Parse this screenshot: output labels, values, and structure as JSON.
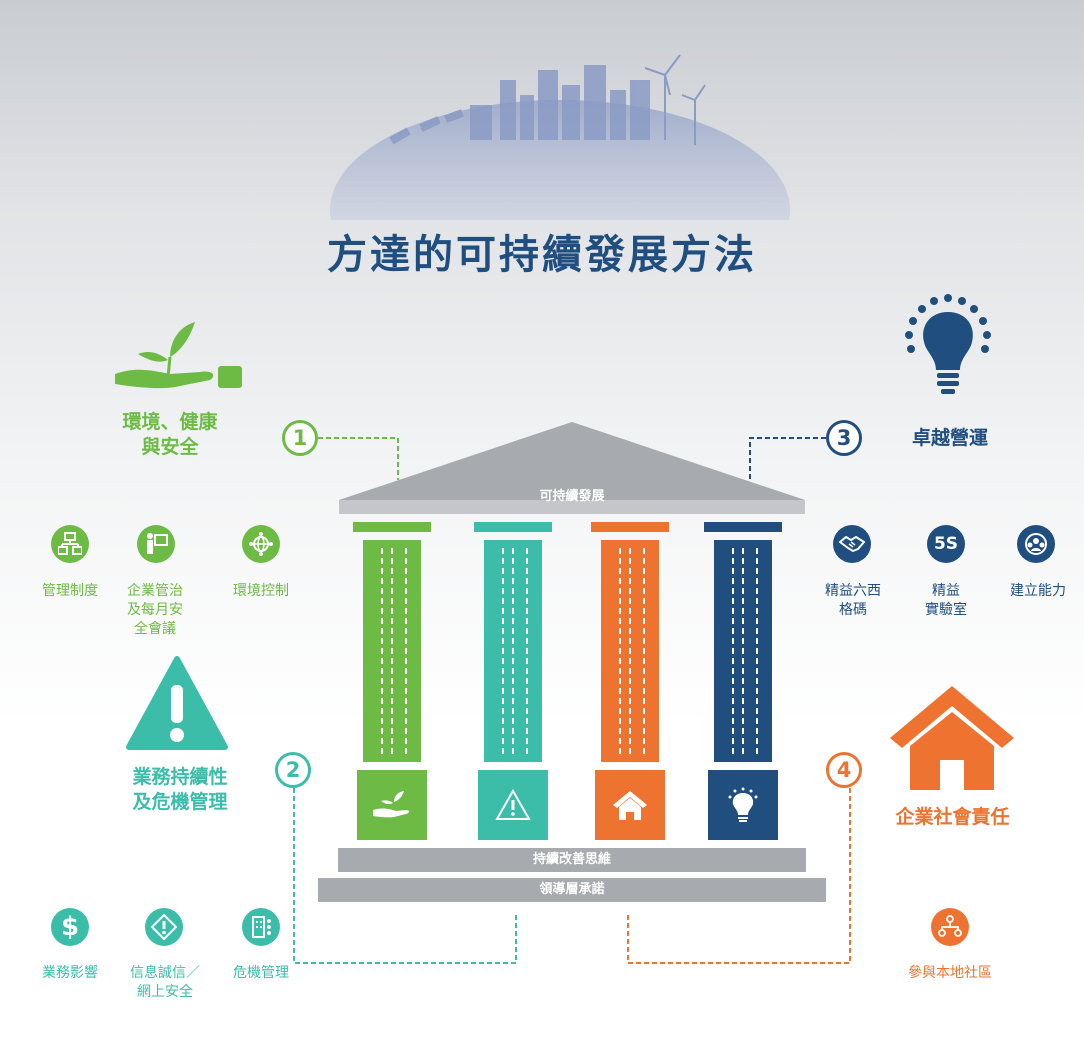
{
  "title": "方達的可持續發展方法",
  "roof_label": "可持續發展",
  "base_bar_1": "持續改善思維",
  "base_bar_2": "領導層承諾",
  "colors": {
    "green": "#6dbb45",
    "teal": "#3cbdaa",
    "orange": "#ee7330",
    "navy": "#1f4e7f",
    "gray": "#a7aaae"
  },
  "pillars": [
    {
      "num": "1",
      "heading": "環境、健康\n與安全",
      "color": "#6dbb45",
      "icon": "hand-plant-icon",
      "items": [
        {
          "label": "管理制度",
          "icon": "org-chart-icon"
        },
        {
          "label": "企業管治\n及每月安\n全會議",
          "icon": "presenter-icon"
        },
        {
          "label": "環境控制",
          "icon": "globe-network-icon"
        }
      ]
    },
    {
      "num": "2",
      "heading": "業務持續性\n及危機管理",
      "color": "#3cbdaa",
      "icon": "warning-icon",
      "items": [
        {
          "label": "業務影響",
          "icon": "dollar-icon"
        },
        {
          "label": "信息誠信／\n網上安全",
          "icon": "diamond-alert-icon"
        },
        {
          "label": "危機管理",
          "icon": "building-network-icon"
        }
      ]
    },
    {
      "num": "3",
      "heading": "卓越營運",
      "color": "#1f4e7f",
      "icon": "lightbulb-icon",
      "items": [
        {
          "label": "精益六西\n格碼",
          "icon": "handshake-icon"
        },
        {
          "label": "精益\n實驗室",
          "icon": "5s-icon",
          "text": "5S"
        },
        {
          "label": "建立能力",
          "icon": "team-icon"
        }
      ]
    },
    {
      "num": "4",
      "heading": "企業社會責任",
      "color": "#ee7330",
      "icon": "house-icon",
      "items": [
        {
          "label": "參與本地社區",
          "icon": "community-icon"
        }
      ]
    }
  ]
}
